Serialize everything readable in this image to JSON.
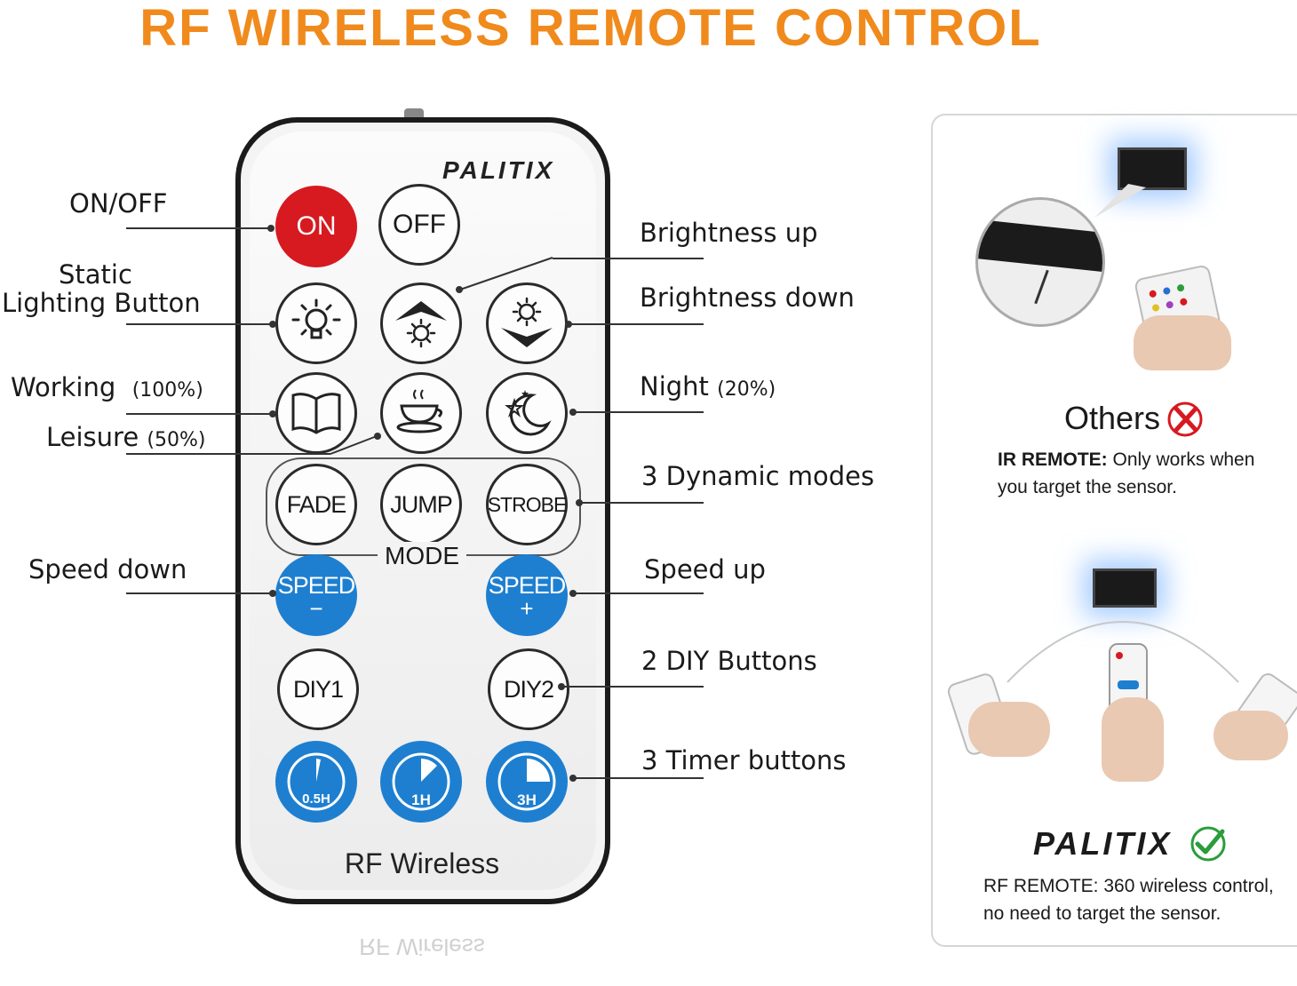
{
  "title": "RF WIRELESS REMOTE CONTROL",
  "colors": {
    "title": "#f08a1c",
    "on_button": "#d71920",
    "blue_button": "#1e7fd0",
    "x_mark": "#d71920",
    "check_mark": "#2a9d3a"
  },
  "remote": {
    "brand": "PALITIX",
    "bottom_label": "RF Wireless",
    "buttons": {
      "on": "ON",
      "off": "OFF",
      "fade": "FADE",
      "jump": "JUMP",
      "strobe": "STROBE",
      "mode": "MODE",
      "speed": "SPEED",
      "minus": "−",
      "plus": "+",
      "diy1": "DIY1",
      "diy2": "DIY2",
      "t05": "0.5H",
      "t1": "1H",
      "t3": "3H"
    }
  },
  "callouts": {
    "on_off": "ON/OFF",
    "static_1": "Static",
    "static_2": "Lighting Button",
    "working": "Working",
    "working_pct": "(100%)",
    "leisure": "Leisure",
    "leisure_pct": "(50%)",
    "speed_down": "Speed down",
    "brightness_up": "Brightness up",
    "brightness_down": "Brightness down",
    "night": "Night",
    "night_pct": "(20%)",
    "dynamic": "3 Dynamic modes",
    "speed_up": "Speed up",
    "diy": "2 DIY Buttons",
    "timer": "3 Timer buttons"
  },
  "panel": {
    "others_title": "Others",
    "ir_bold": "IR REMOTE:",
    "ir_text_1": " Only works when",
    "ir_text_2": "you target the sensor.",
    "brand": "PALITIX",
    "rf_bold": "RF REMOTE:",
    "rf_text_1": " 360 wireless control,",
    "rf_text_2": "no need to target the sensor."
  }
}
